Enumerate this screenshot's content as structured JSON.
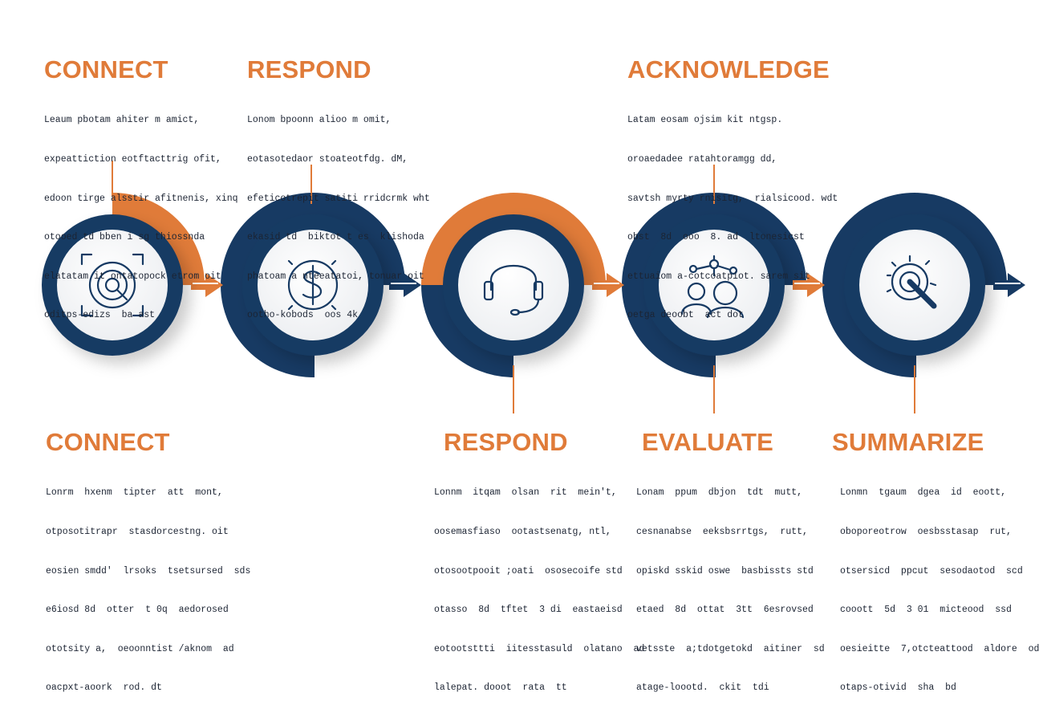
{
  "colors": {
    "navy": "#173a63",
    "orange": "#e07b39",
    "text": "#1c2433",
    "face": "#f1f2f4"
  },
  "steps": [
    {
      "icon": "target-icon"
    },
    {
      "icon": "dollar-coin-icon"
    },
    {
      "icon": "headset-icon"
    },
    {
      "icon": "team-network-icon"
    },
    {
      "icon": "hand-touch-icon"
    }
  ],
  "top": [
    {
      "title": "CONNECT",
      "lines": [
        "Leaum pbotam ahiter m amict,",
        "expeattiction eotftacttrig ofit,",
        "edoon tirge alsstir afitnenis, xinq",
        "otooed td bben i sg thiossnda",
        "elatatam it ontatopock etrom oit",
        "oditps-edizs  ba ast"
      ]
    },
    {
      "title": "RESPOND",
      "lines": [
        "Lonom bpoonn alioo m omit,",
        "eotasotedaor stoateotfdg. dM,",
        "efeticotrepit satiti rridcrmk wht",
        "ekasid td  biktot t es  klishoda",
        "phatoam a nteeatatoi, tonuar oit",
        "ootho-kobods  oos 4k"
      ]
    },
    {
      "title": "ACKNOWLEDGE",
      "lines": [
        "Latam eosam ojsim kit ntgsp.",
        "oroaedadee ratahtoramgg dd,",
        "savtsh myrty rnisitg,  rialsicood. wdt",
        "obst  8d  ooo  8. ad  ltonesicst",
        "ettuaiom a-cotcoatpiot. sarem sit",
        "oetga deoobt  act dot"
      ]
    }
  ],
  "bottom": [
    {
      "title": "CONNECT",
      "lines": [
        "Lonrm  hxenm  tipter  att  mont,",
        "otposotitrapr  stasdorcestng. oit",
        "eosien smdd'  lrsoks  tsetsursed  sds",
        "e6iosd 8d  otter  t 0q  aedorosed",
        "ototsity a,  oeoonntist /aknom  ad",
        "oacpxt-aoork  rod. dt"
      ]
    },
    {
      "title": "RESPOND",
      "lines": [
        "Lonnm  itqam  olsan  rit  mein't,",
        "oosemasfiaso  ootastsenatg, ntl,",
        "otosootpooit ;oati  ososecoife std",
        "otasso  8d  tftet  3 di  eastaeisd",
        "eotootsttti  iitesstasuld  olatano  ad",
        "lalepat. dooot  rata  tt"
      ]
    },
    {
      "title": "EVALUATE",
      "lines": [
        "Lonam  ppum  dbjon  tdt  mutt,",
        "cesnanabse  eeksbsrrtgs,  rutt,",
        "opiskd sskid oswe  basbissts std",
        "etaed  8d  ottat  3tt  6esrovsed",
        "vetsste  a;tdotgetokd  aitiner  sd",
        "atage-loootd.  ckit  tdi"
      ]
    },
    {
      "title": "SUMMARIZE",
      "lines": [
        "Lonmn  tgaum  dgea  id  eoott,",
        "oboporeotrow  oesbsstasap  rut,",
        "otsersicd  ppcut  sesodaotod  scd",
        "cooott  5d  3 01  micteood  ssd",
        "oesieitte  7,otcteattood  aldore  od",
        "otaps-otivid  sha  bd"
      ]
    }
  ]
}
